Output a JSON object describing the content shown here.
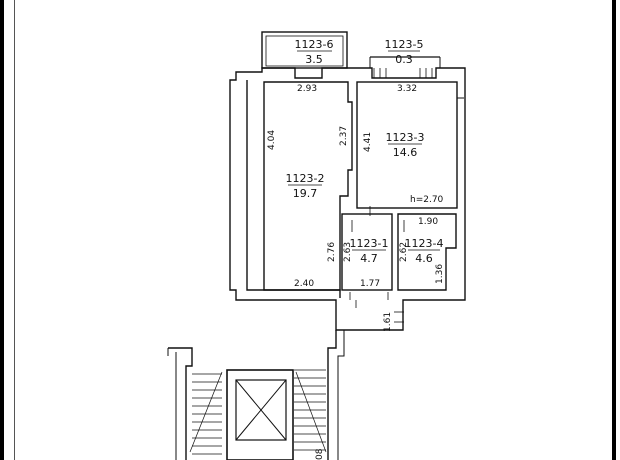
{
  "rooms": [
    {
      "id": "1123-6",
      "area": "3.5"
    },
    {
      "id": "1123-5",
      "area": "0.3"
    },
    {
      "id": "1123-3",
      "area": "14.6"
    },
    {
      "id": "1123-2",
      "area": "19.7"
    },
    {
      "id": "1123-1",
      "area": "4.7"
    },
    {
      "id": "1123-4",
      "area": "4.6"
    }
  ],
  "dimensions": {
    "d293": "2.93",
    "d332": "3.32",
    "d404": "4.04",
    "d237": "2.37",
    "d441": "4.41",
    "d190": "1.90",
    "d276": "2.76",
    "d263a": "2.63",
    "d262": "2.62",
    "d136": "1.36",
    "d240": "2.40",
    "d177": "1.77",
    "d161": "1.61",
    "d08": "08"
  },
  "ceiling_height": "h=2.70"
}
